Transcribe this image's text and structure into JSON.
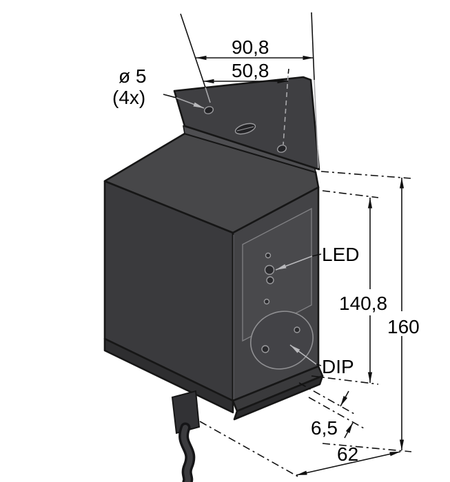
{
  "drawing": {
    "title": "Sensor housing dimension drawing",
    "labels": {
      "width_overall": "90,8",
      "width_holes": "50,8",
      "hole_dia": "ø 5",
      "hole_qty": "(4x)",
      "led": "LED",
      "height_body": "140,8",
      "height_overall": "160",
      "dip": "DIP",
      "depth_step": "6,5",
      "width_body": "62"
    },
    "colors": {
      "background": "#ffffff",
      "body_left_face": "#3a3a3d",
      "body_front_face": "#434346",
      "body_top_face": "#474749",
      "flange": "#3f3f42",
      "panel": "#49494c",
      "hole_fill": "#232326",
      "edge_light": "#9a9a9d",
      "dim_line": "#111111"
    }
  }
}
